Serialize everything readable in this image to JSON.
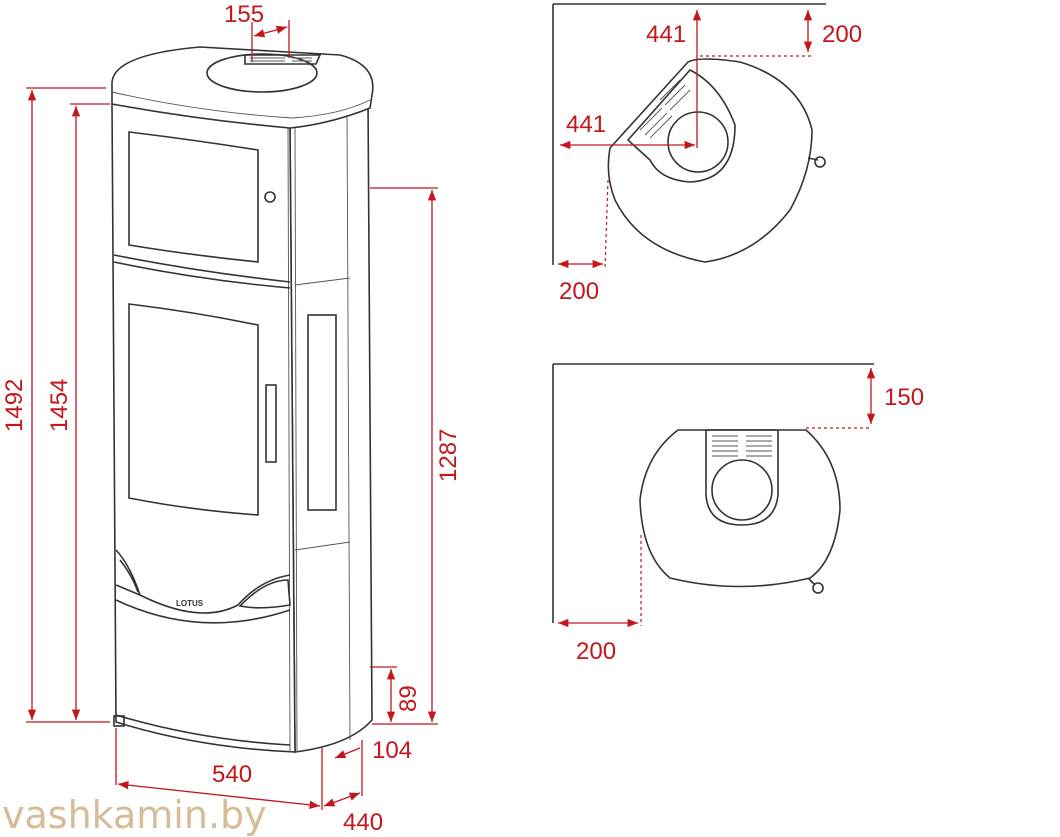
{
  "drawing": {
    "front_view": {
      "brand_label": "LOTUS",
      "dimensions": {
        "total_height": "1492",
        "body_height": "1454",
        "side_height": "1287",
        "base_height": "89",
        "top_outlet": "155",
        "depth_offset": "104",
        "width": "540",
        "depth": "440"
      }
    },
    "corner_view": {
      "dimensions": {
        "outlet_from_wall_vertical": "441",
        "outlet_from_wall_horizontal": "441",
        "clearance_back": "200",
        "clearance_side": "200"
      }
    },
    "wall_view": {
      "dimensions": {
        "clearance_back": "150",
        "clearance_side": "200"
      }
    }
  },
  "watermark": "vashkamin.by",
  "colors": {
    "dimension": "#c4161c",
    "watermark": "#d2b48c"
  }
}
